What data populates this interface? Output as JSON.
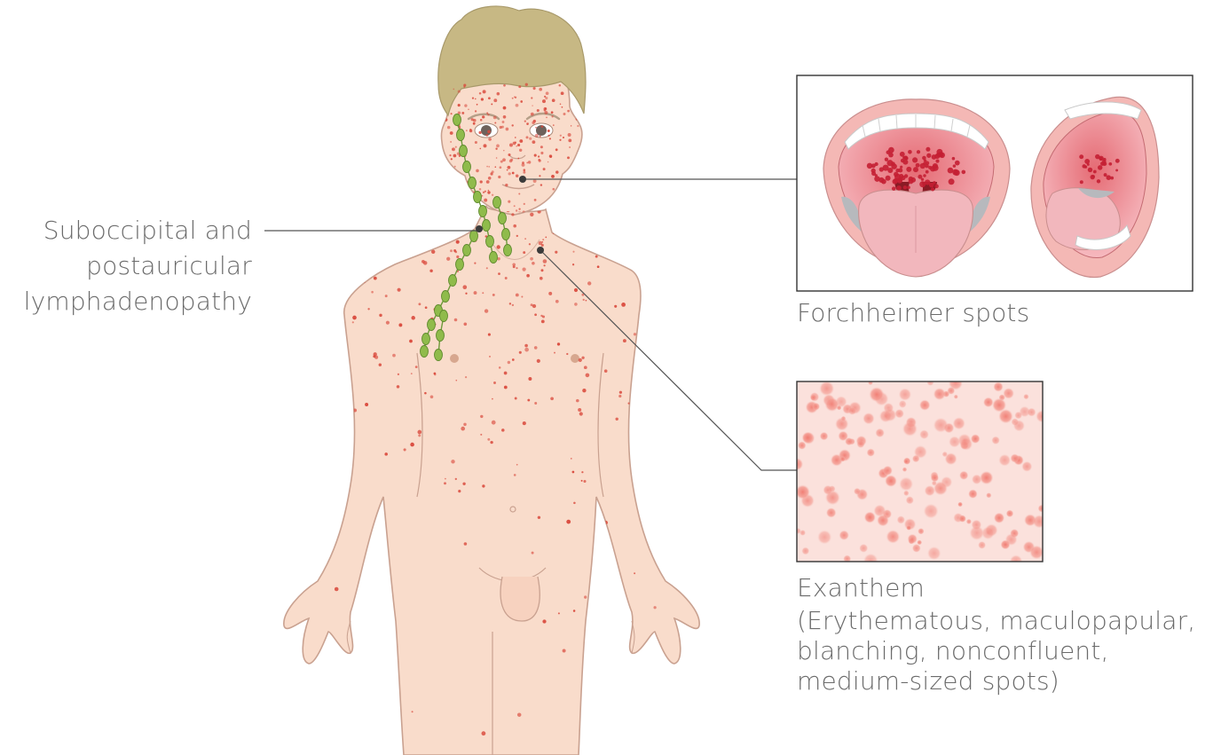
{
  "labels": {
    "lymphadenopathy": [
      "Suboccipital and",
      "postauricular",
      "lymphadenopathy"
    ],
    "forchheimer": "Forchheimer spots",
    "exanthem_title": "Exanthem",
    "exanthem_desc": [
      "(Erythematous, maculopapular,",
      "blanching, nonconfluent,",
      "medium-sized spots)"
    ]
  },
  "colors": {
    "skin": "#f9dccb",
    "skin_outline": "#c9a190",
    "rash": "#d9483b",
    "lymph_node": "#8fbb4b",
    "hair": "#c7b884",
    "text": "#6b6b6b",
    "leader": "#555555",
    "panel_border": "#333333"
  }
}
